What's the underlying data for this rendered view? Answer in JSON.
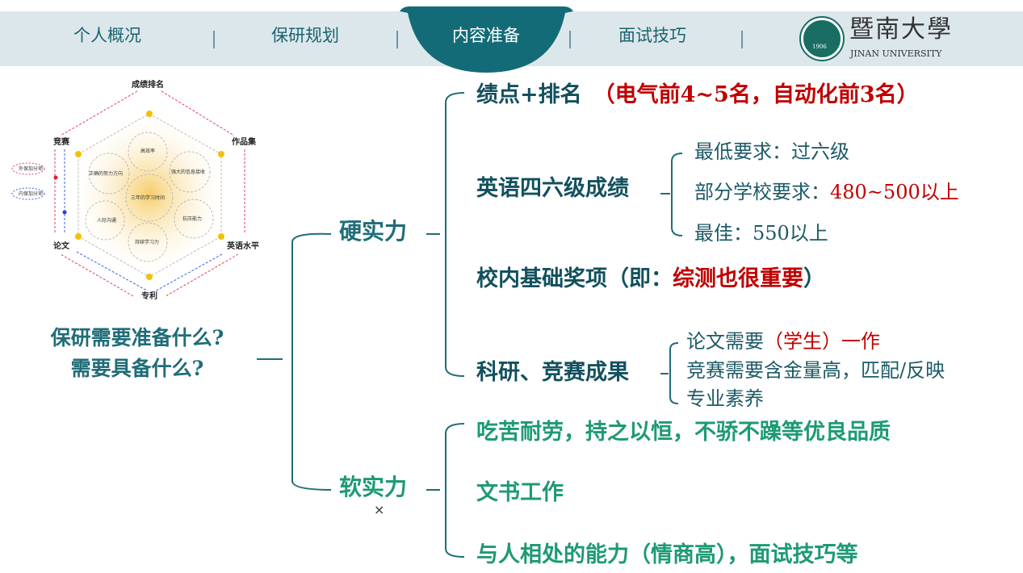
{
  "nav": {
    "tabs": [
      {
        "label": "个人概况"
      },
      {
        "label": "保研规划"
      },
      {
        "label": "内容准备",
        "active": true
      },
      {
        "label": "面试技巧"
      }
    ],
    "logo": {
      "name_cn": "暨南大學",
      "name_en": "JINAN UNIVERSITY",
      "year": "1906"
    }
  },
  "diagram": {
    "vertices": [
      "成绩排名",
      "作品集",
      "英语水平",
      "专利",
      "论文",
      "竞赛"
    ],
    "circles": [
      "高效率",
      "强大的信息接收",
      "抗压能力",
      "持续学习力",
      "人际沟通",
      "正确的努力方向",
      "三年的学习时间"
    ],
    "tags": [
      "外保加分项",
      "内保加分项"
    ]
  },
  "question": {
    "line1": "保研需要准备什么?",
    "line2": "需要具备什么?"
  },
  "hard": {
    "label": "硬实力",
    "gpa": {
      "title": "绩点+排名",
      "note": "（电气前4~5名，自动化前3名）"
    },
    "english": {
      "title": "英语四六级成绩",
      "items": [
        {
          "text": "最低要求：过六级",
          "red": ""
        },
        {
          "text": "部分学校要求：",
          "red": "480~500以上"
        },
        {
          "text": "最佳：550以上",
          "red": ""
        }
      ]
    },
    "awards": {
      "title": "校内基础奖项（即：",
      "red": "综测也很重要",
      "end": "）"
    },
    "research": {
      "title": "科研、竞赛成果",
      "line1a": "论文需要",
      "line1red": "（学生）一作",
      "line2": "竞赛需要含金量高，匹配/反映",
      "line3": "专业素养"
    }
  },
  "soft": {
    "label": "软实力",
    "items": [
      "吃苦耐劳，持之以恒，不骄不躁等优良品质",
      "文书工作",
      "与人相处的能力（情商高），面试技巧等"
    ]
  },
  "cursor": "×"
}
